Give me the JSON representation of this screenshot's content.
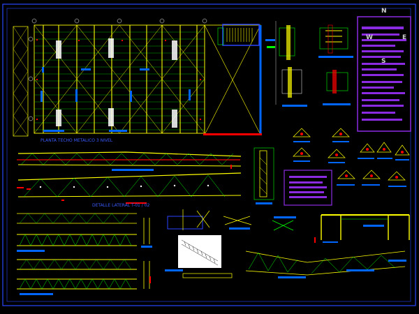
{
  "drawing": {
    "title_plan": "PLANTA TECHO METALICO 3 NIVEL",
    "title_lateral": "DETALLE LATERAL T-01 / 02",
    "compass": {
      "north": "N",
      "west": "W",
      "east": "E",
      "south": "S"
    }
  },
  "colors": {
    "background": "#000000",
    "frame": "#2a45ff",
    "truss": "#ffff00",
    "member": "#00ff00",
    "tag": "#0066ff",
    "accent": "#ff0000",
    "note_panel": "#8a2be2",
    "annotation": "#ffffff"
  }
}
